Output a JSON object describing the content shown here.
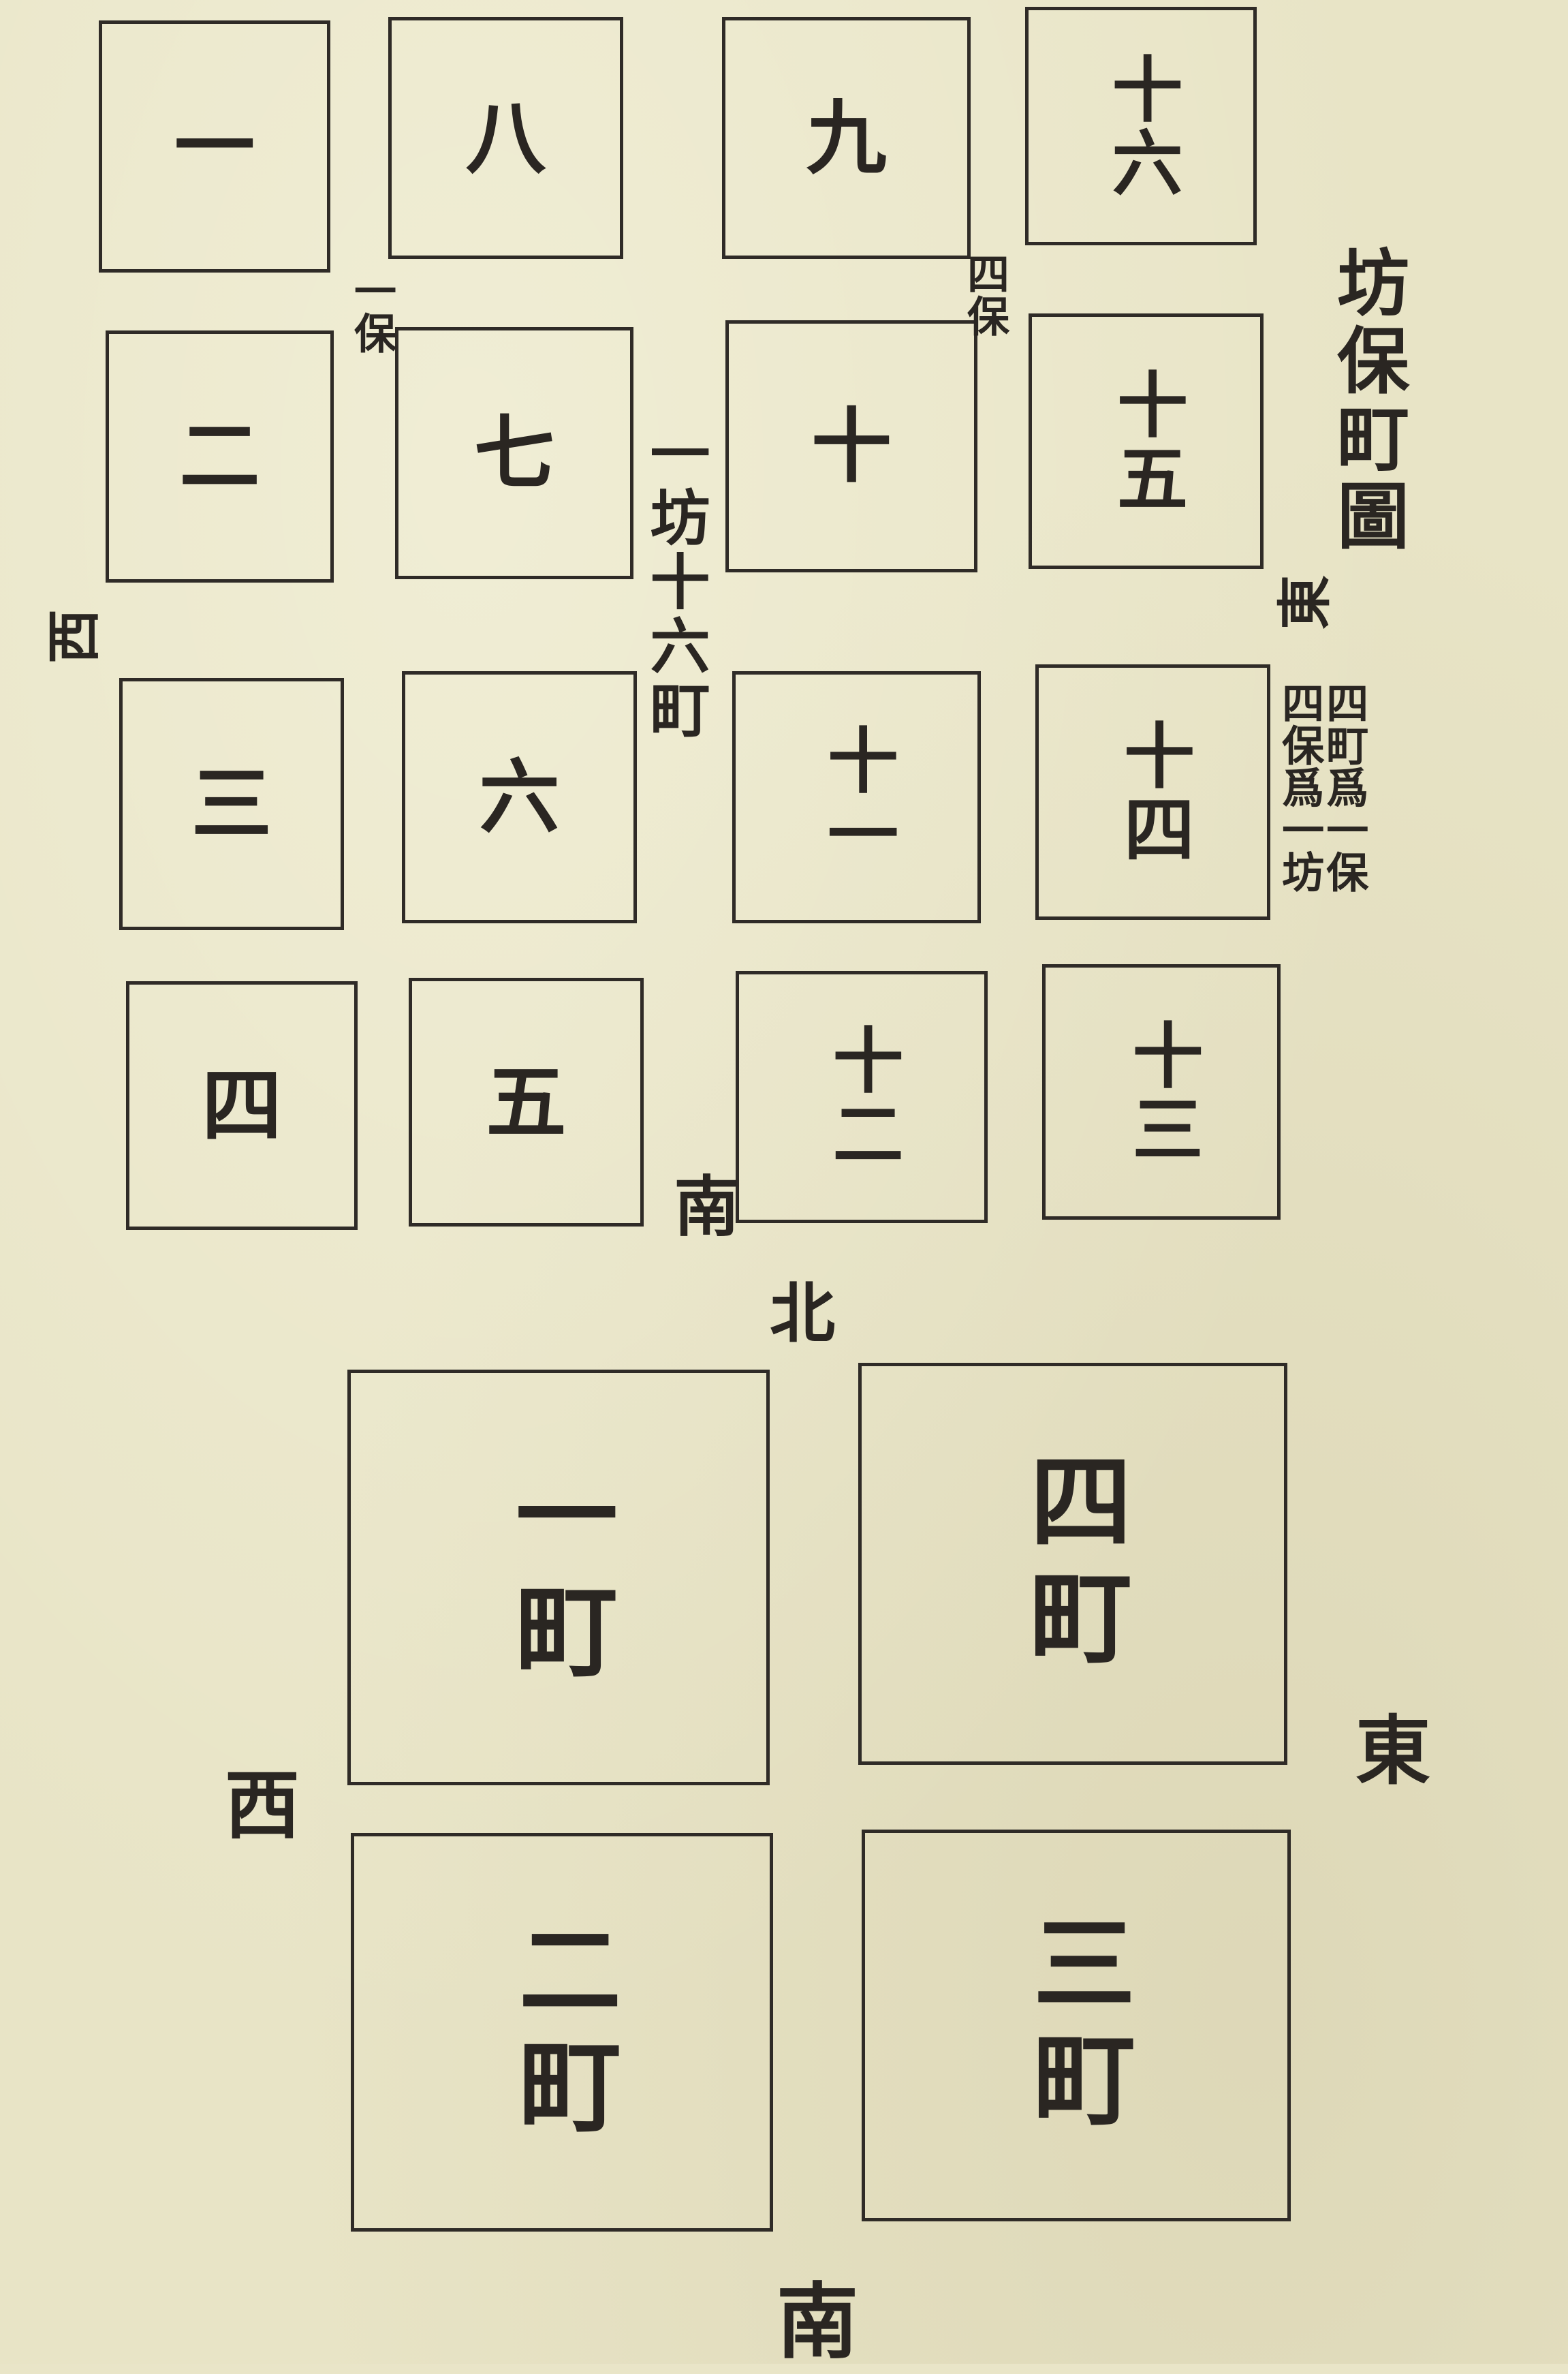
{
  "upper_diagram": {
    "blocks": [
      "一",
      "二",
      "三",
      "四",
      "五",
      "六",
      "七",
      "八",
      "九",
      "十",
      "十一",
      "十二",
      "十三",
      "十四",
      "十五",
      "十六"
    ],
    "labels": {
      "west": "西",
      "south": "南",
      "bao_one": "一保",
      "bao_four": "四保",
      "one_fang": "一坊十六町",
      "title": "坊保町圖",
      "east_note": "東",
      "side_note": "四町爲一保四保爲一坊"
    }
  },
  "lower_diagram": {
    "blocks": [
      "一町",
      "二町",
      "三町",
      "四町"
    ],
    "labels": {
      "north": "北",
      "west": "西",
      "east": "東",
      "south": "南"
    }
  }
}
